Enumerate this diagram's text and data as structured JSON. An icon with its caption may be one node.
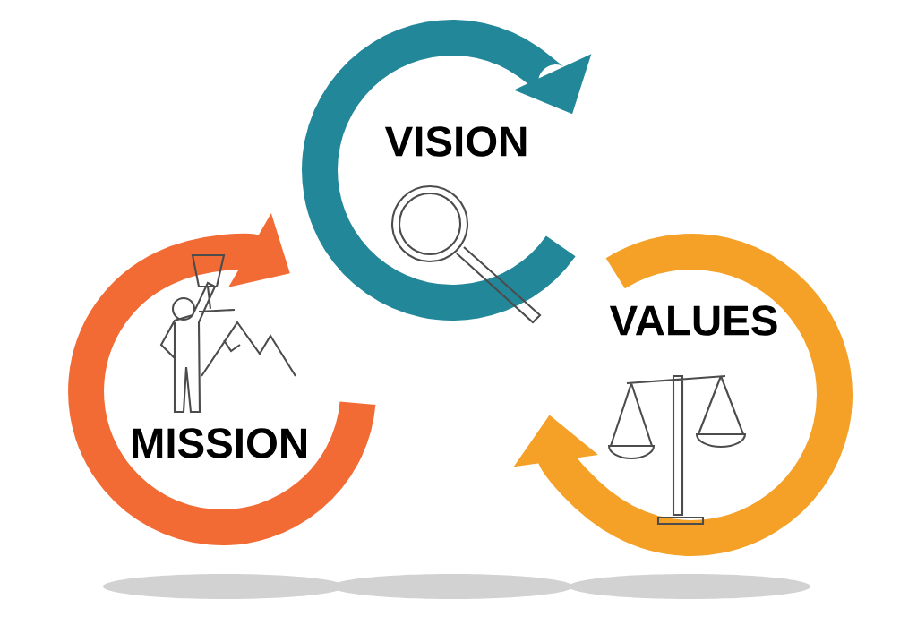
{
  "diagram": {
    "nodes": [
      {
        "text": [
          "VISION"
        ]
      },
      {
        "text": [
          "MISSION"
        ]
      },
      {
        "text": [
          "VALUES"
        ]
      }
    ]
  }
}
